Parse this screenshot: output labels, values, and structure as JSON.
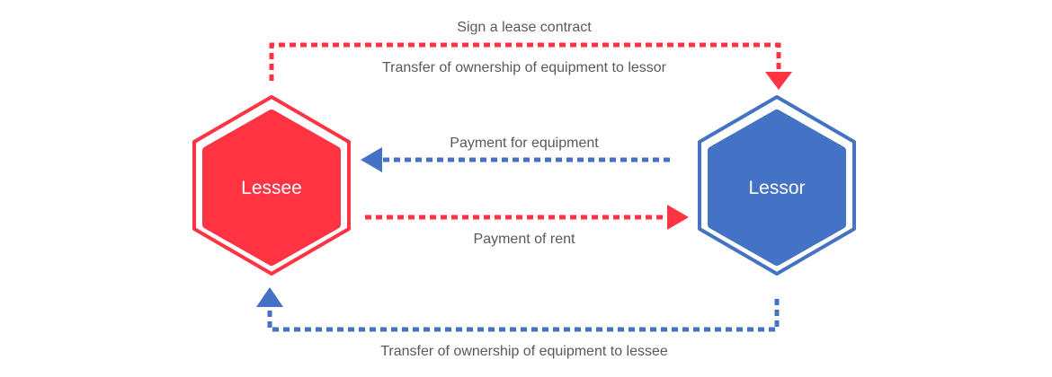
{
  "nodes": {
    "lessee": {
      "label": "Lessee",
      "color": "#ff3341"
    },
    "lessor": {
      "label": "Lessor",
      "color": "#4472c4"
    }
  },
  "flows": {
    "sign_contract": "Sign a lease contract",
    "transfer_to_lessor": "Transfer of ownership of equipment to lessor",
    "payment_for_equipment": "Payment for equipment",
    "payment_of_rent": "Payment of rent",
    "transfer_to_lessee": "Transfer of ownership of equipment to lessee"
  },
  "colors": {
    "red": "#ff3341",
    "blue": "#4472c4",
    "text": "#595959"
  }
}
